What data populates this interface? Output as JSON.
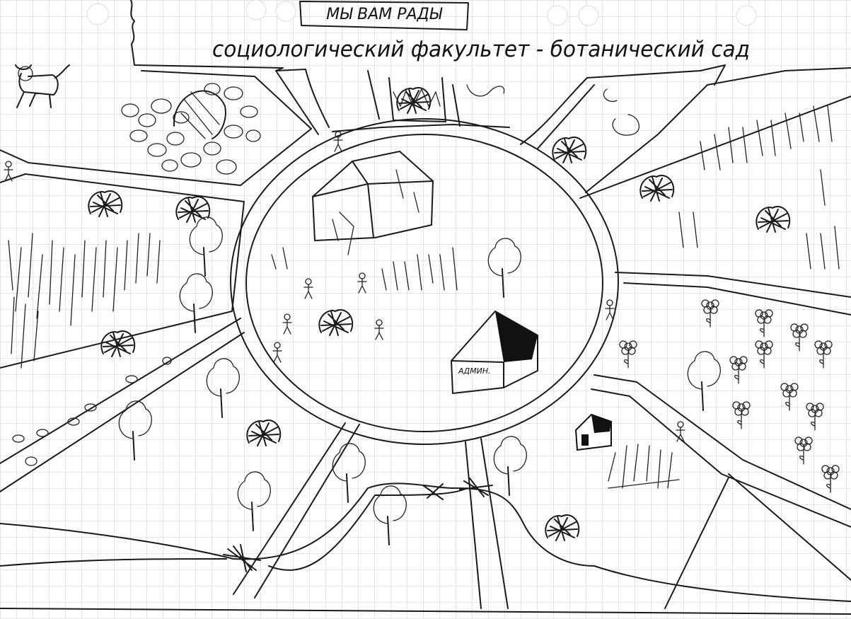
{
  "sign_text": "МЫ ВАМ РАДЫ",
  "subtitle": "социологический факультет - ботанический сад",
  "admin_label": "АДМИН.",
  "colors": {
    "paper": "#ffffff",
    "grid": "#c8ced6",
    "ink": "#1a1a1a"
  }
}
